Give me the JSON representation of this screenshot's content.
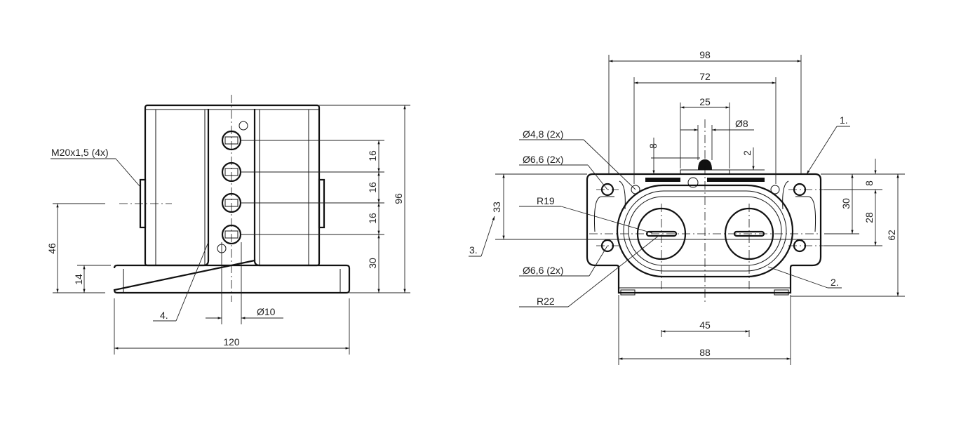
{
  "side_view": {
    "thread_label": "M20x1,5 (4x)",
    "dim_height_total": "96",
    "dim_pitch_1": "16",
    "dim_pitch_2": "16",
    "dim_pitch_3": "16",
    "dim_bottom_offset": "30",
    "dim_axis_height": "46",
    "dim_base_height": "14",
    "dim_width": "120",
    "dim_diameter": "Ø10",
    "callout_4": "4."
  },
  "front_view": {
    "dim_98": "98",
    "dim_72": "72",
    "dim_25": "25",
    "dim_d8": "Ø8",
    "dim_8_top": "8",
    "dim_2_top": "2",
    "hole_d48": "Ø4,8 (2x)",
    "hole_d66_top": "Ø6,6 (2x)",
    "hole_d66_bottom": "Ø6,6 (2x)",
    "radius_r19": "R19",
    "radius_r22": "R22",
    "dim_33": "33",
    "dim_30": "30",
    "dim_8_right": "8",
    "dim_28": "28",
    "dim_62": "62",
    "dim_45": "45",
    "dim_88": "88",
    "callout_1": "1.",
    "callout_2": "2.",
    "callout_3": "3."
  }
}
